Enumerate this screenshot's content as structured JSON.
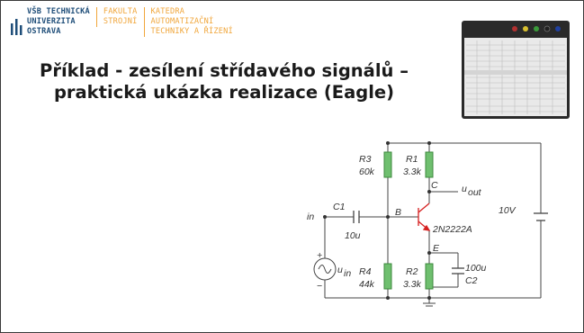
{
  "logo": {
    "school": [
      "VŠB TECHNICKÁ",
      "UNIVERZITA",
      "OSTRAVA"
    ],
    "faculty": [
      "FAKULTA",
      "STROJNÍ"
    ],
    "department": [
      "KATEDRA",
      "AUTOMATIZAČNÍ",
      "TECHNIKY A ŘÍZENÍ"
    ]
  },
  "title": {
    "line1": "Příklad - zesílení střídavého signálů –",
    "line2": "praktická ukázka realizace (Eagle)"
  },
  "circuit": {
    "r3_name": "R3",
    "r3_value": "60k",
    "r1_name": "R1",
    "r1_value": "3.3k",
    "c1_name": "C1",
    "c1_value": "10u",
    "r4_name": "R4",
    "r4_value": "44k",
    "r2_name": "R2",
    "r2_value": "3.3k",
    "c2_name": "C2",
    "c2_value": "100u",
    "node_in": "in",
    "node_b": "B",
    "node_c": "C",
    "node_e": "E",
    "u_out": "u",
    "u_out_sub": "out",
    "u_in": "u",
    "u_in_sub": "in",
    "transistor": "2N2222A",
    "supply": "10V",
    "plus": "+",
    "minus": "−"
  },
  "colors": {
    "school_blue": "#1f4e79",
    "faculty_orange": "#f0a63b",
    "transistor_red": "#d62020",
    "resistor_green": "#3c8a3c"
  }
}
